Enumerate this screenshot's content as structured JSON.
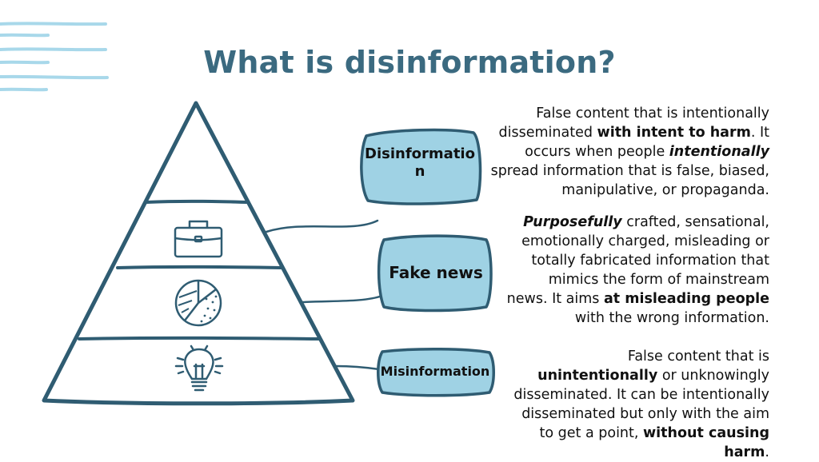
{
  "title": "What is disinformation?",
  "labels": {
    "disinformation": "Disinformation",
    "fake_news": "Fake news",
    "misinformation": "Misinformation"
  },
  "descriptions": {
    "disinformation": {
      "p1": "False content that is intentionally disseminated ",
      "b1": "with intent to harm",
      "p2": ". It occurs when people ",
      "bi1": "intentionally",
      "p3": " spread information that is false, biased, manipulative, or propaganda."
    },
    "fake_news": {
      "bi1": "Purposefully",
      "p1": " crafted, sensational, emotionally charged, misleading or totally fabricated information that mimics the form of mainstream news. It aims ",
      "b1": "at misleading people",
      "p2": " with the wrong information."
    },
    "misinformation": {
      "p1": "False content that is ",
      "b1": "unintentionally",
      "p2": " or unknowingly disseminated. It can be intentionally disseminated but only with the aim to get a point, ",
      "b2": "without causing harm",
      "p3": "."
    }
  },
  "icons": [
    "decorative-lines-icon",
    "briefcase-icon",
    "pie-chart-icon",
    "lightbulb-icon"
  ],
  "colors": {
    "title": "#3b6a80",
    "outline": "#2f5c72",
    "box_fill": "#9fd2e4",
    "box_border": "#2f5c72",
    "accent_lines": "#a8d8ea"
  }
}
